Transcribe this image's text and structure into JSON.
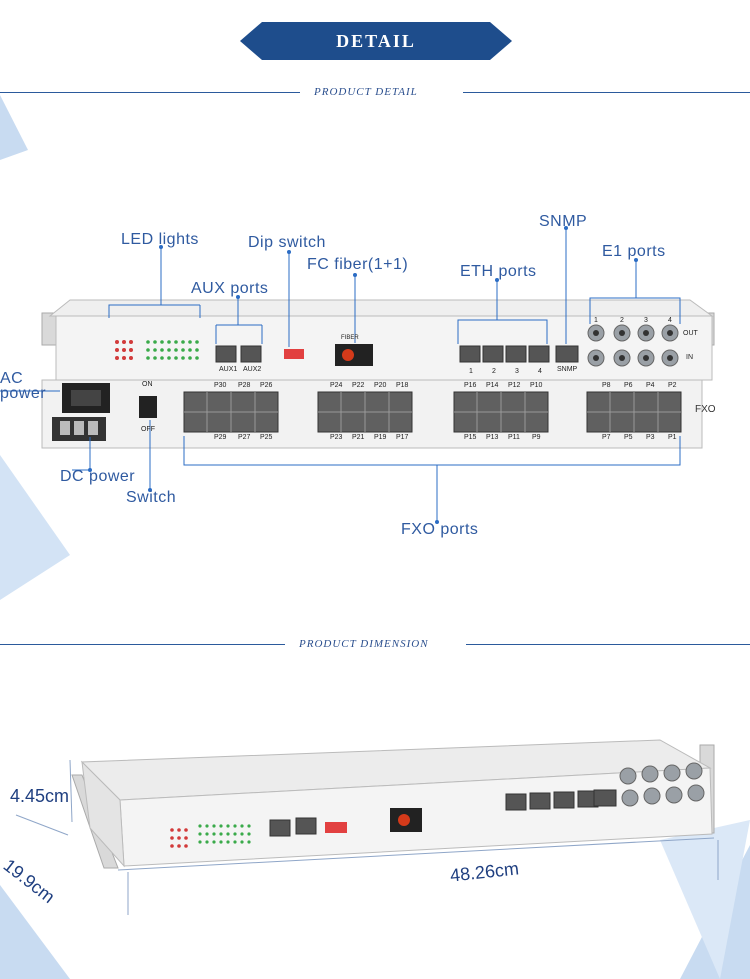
{
  "header": {
    "banner_title": "DETAIL"
  },
  "sections": {
    "detail_title": "PRODUCT DETAIL",
    "dimension_title": "PRODUCT DIMENSION"
  },
  "callouts": {
    "led_lights": "LED lights",
    "dip_switch": "Dip switch",
    "aux_ports": "AUX ports",
    "fc_fiber": "FC fiber(1+1)",
    "eth_ports": "ETH ports",
    "snmp": "SNMP",
    "e1_ports": "E1 ports",
    "ac_power": "AC\npower",
    "dc_power": "DC power",
    "switch": "Switch",
    "fxo_ports": "FXO ports"
  },
  "device": {
    "aux_labels": [
      "AUX1",
      "AUX2"
    ],
    "fiber_label": "FIBER",
    "snmp_label": "SNMP",
    "fxo_label": "FXO",
    "on_label": "ON",
    "off_label": "OFF",
    "out_label": "OUT",
    "in_label": "IN",
    "eth_numbers": [
      "1",
      "2",
      "3",
      "4"
    ],
    "e1_numbers": [
      "1",
      "2",
      "3",
      "4"
    ],
    "top_port_labels": [
      "P30",
      "P28",
      "P26",
      "P24",
      "P22",
      "P20",
      "P18",
      "P16",
      "P14",
      "P12",
      "P10",
      "P8",
      "P6",
      "P4",
      "P2"
    ],
    "bottom_port_labels": [
      "P29",
      "P27",
      "P25",
      "P23",
      "P21",
      "P19",
      "P17",
      "P15",
      "P13",
      "P11",
      "P9",
      "P7",
      "P5",
      "P3",
      "P1"
    ]
  },
  "dimensions": {
    "height": "4.45cm",
    "depth": "19.9cm",
    "width": "48.26cm"
  },
  "colors": {
    "accent": "#1e4d8c",
    "callout": "#2f5aa0",
    "background_triangle": "#c9dcf2"
  }
}
